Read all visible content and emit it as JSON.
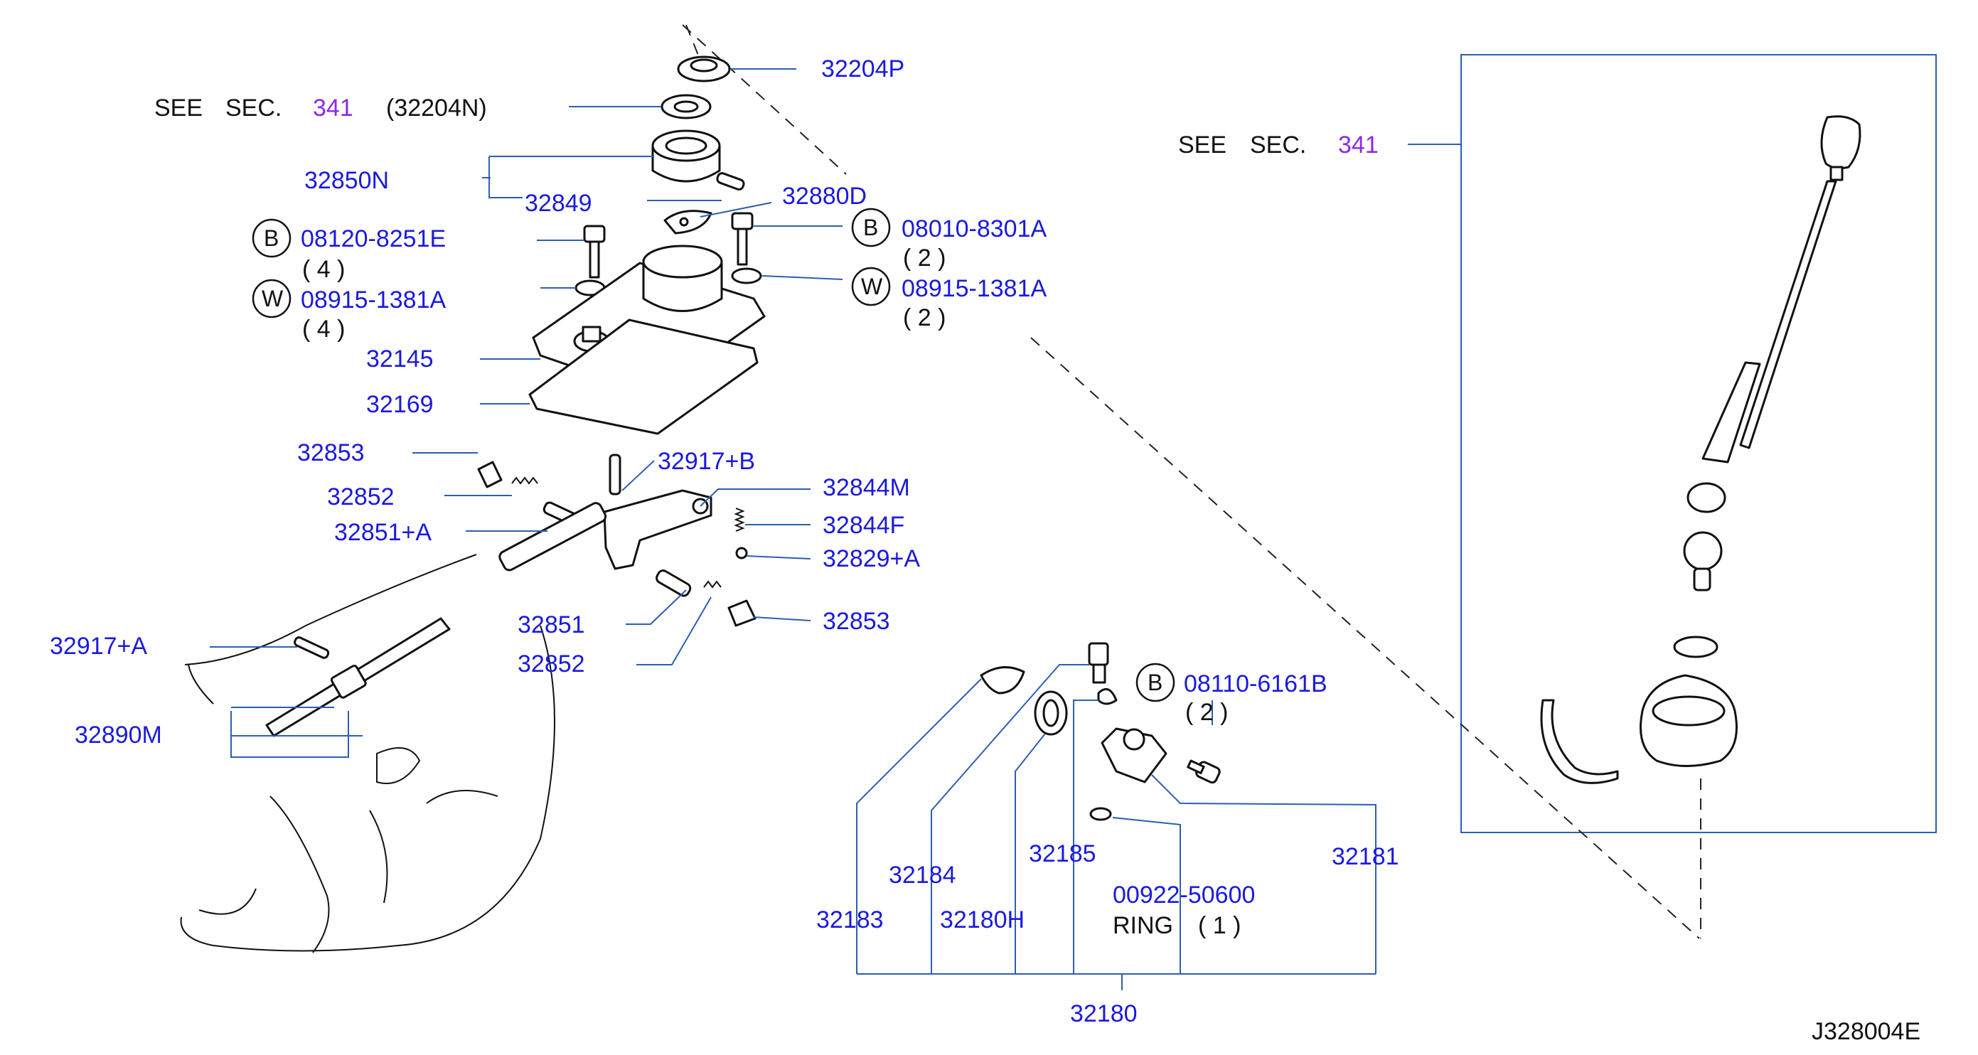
{
  "see_sec_top": {
    "see": "SEE",
    "sec": "SEC.",
    "num": "341",
    "ref": "(32204N)"
  },
  "see_sec_right": {
    "see": "SEE",
    "sec": "SEC.",
    "num": "341"
  },
  "parts": {
    "p32204P": "32204P",
    "p32850N": "32850N",
    "p32849": "32849",
    "p32880D": "32880D",
    "p32145": "32145",
    "p32169": "32169",
    "p32853a": "32853",
    "p32852a": "32852",
    "p32851A": "32851+A",
    "p32917B": "32917+B",
    "p32844M": "32844M",
    "p32844F": "32844F",
    "p32829A": "32829+A",
    "p32851": "32851",
    "p32853b": "32853",
    "p32852b": "32852",
    "p32917A": "32917+A",
    "p32890M": "32890M",
    "p32184": "32184",
    "p32183": "32183",
    "p32180H": "32180H",
    "p32185": "32185",
    "p00922": "00922-50600",
    "ring": "RING",
    "ring_qty": "( 1 )",
    "p32181": "32181",
    "p32180": "32180"
  },
  "fasteners": {
    "b1": {
      "mark": "B",
      "code": "08120-8251E",
      "qty": "( 4 )"
    },
    "w1": {
      "mark": "W",
      "code": "08915-1381A",
      "qty": "( 4 )"
    },
    "b2": {
      "mark": "B",
      "code": "08010-8301A",
      "qty": "( 2 )"
    },
    "w2": {
      "mark": "W",
      "code": "08915-1381A",
      "qty": "( 2 )"
    },
    "b3": {
      "mark": "B",
      "code": "08110-6161B",
      "qty": "( 2 )"
    }
  },
  "diagram_id": "J328004E"
}
